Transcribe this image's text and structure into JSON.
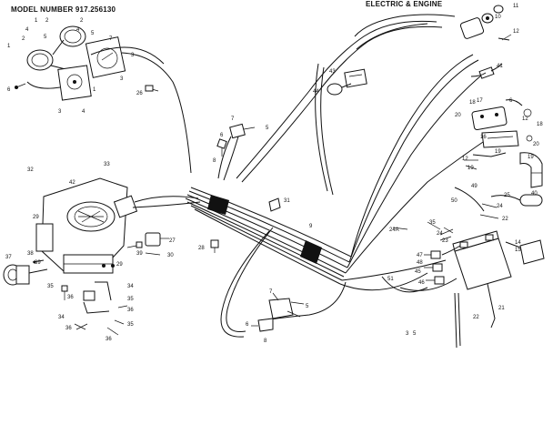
{
  "header": {
    "model_label": "MODEL NUMBER 917.256130",
    "section_label": "ELECTRIC & ENGINE"
  },
  "callouts": {
    "c1": "1",
    "c2": "2",
    "c3": "3",
    "c4": "4",
    "c5": "5",
    "c6": "6",
    "c7": "7",
    "c8": "8",
    "c9": "9",
    "c10": "10",
    "c11": "11",
    "c12": "12",
    "c13": "13",
    "c14": "14",
    "c15": "15",
    "c16": "16",
    "c17": "17",
    "c18": "18",
    "c19": "19",
    "c20": "20",
    "c21": "21",
    "c22": "22",
    "c23": "23",
    "c24": "24",
    "c25": "25",
    "c26": "26",
    "c27": "27",
    "c28": "28",
    "c29": "29",
    "c30": "30",
    "c31": "31",
    "c32": "32",
    "c33": "33",
    "c34": "34",
    "c35": "35",
    "c36": "36",
    "c37": "37",
    "c38": "38",
    "c39": "39",
    "c40": "40",
    "c41": "41",
    "c42": "42",
    "c43": "43",
    "c44": "44",
    "c45": "45",
    "c46": "46",
    "c47": "47",
    "c48": "48",
    "c49": "49",
    "c50": "50",
    "c51": "51",
    "c24a": "24A",
    "c25b": "25"
  }
}
